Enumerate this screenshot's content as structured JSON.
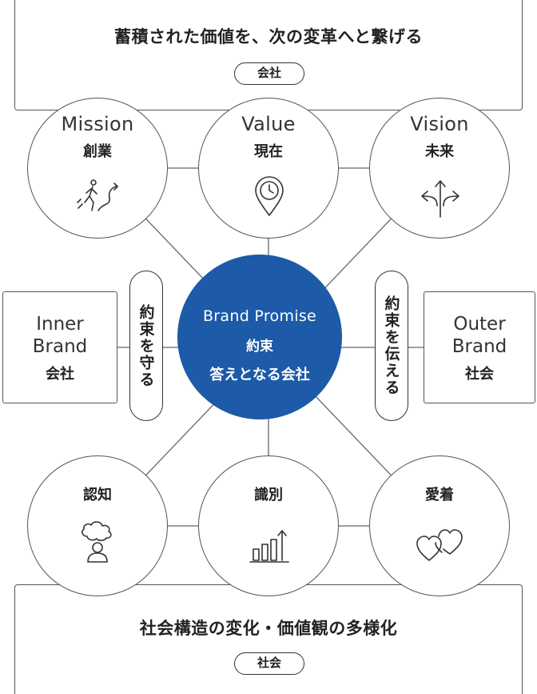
{
  "top_banner": {
    "title": "蓄積された価値を、次の変革へと繋げる",
    "pill": "会社"
  },
  "bottom_banner": {
    "title": "社会構造の変化・価値観の多様化",
    "pill": "社会"
  },
  "top_circles": [
    {
      "en": "Mission",
      "ja": "創業",
      "icon": "walking-person-path-icon"
    },
    {
      "en": "Value",
      "ja": "現在",
      "icon": "clock-pin-icon"
    },
    {
      "en": "Vision",
      "ja": "未来",
      "icon": "direction-arrows-icon"
    }
  ],
  "bottom_circles": [
    {
      "ja": "認知",
      "icon": "person-thought-icon"
    },
    {
      "ja": "識別",
      "icon": "bar-chart-arrow-icon"
    },
    {
      "ja": "愛着",
      "icon": "hearts-icon"
    }
  ],
  "center": {
    "en": "Brand Promise",
    "ja1": "約束",
    "ja2": "答えとなる会社"
  },
  "inner_brand": {
    "line1": "Inner",
    "line2": "Brand",
    "ja": "会社"
  },
  "outer_brand": {
    "line1": "Outer",
    "line2": "Brand",
    "ja": "社会"
  },
  "left_label": "約束を守る",
  "right_label": "約束を伝える",
  "colors": {
    "center_fill": "#1d5aa8",
    "stroke": "#555555"
  }
}
